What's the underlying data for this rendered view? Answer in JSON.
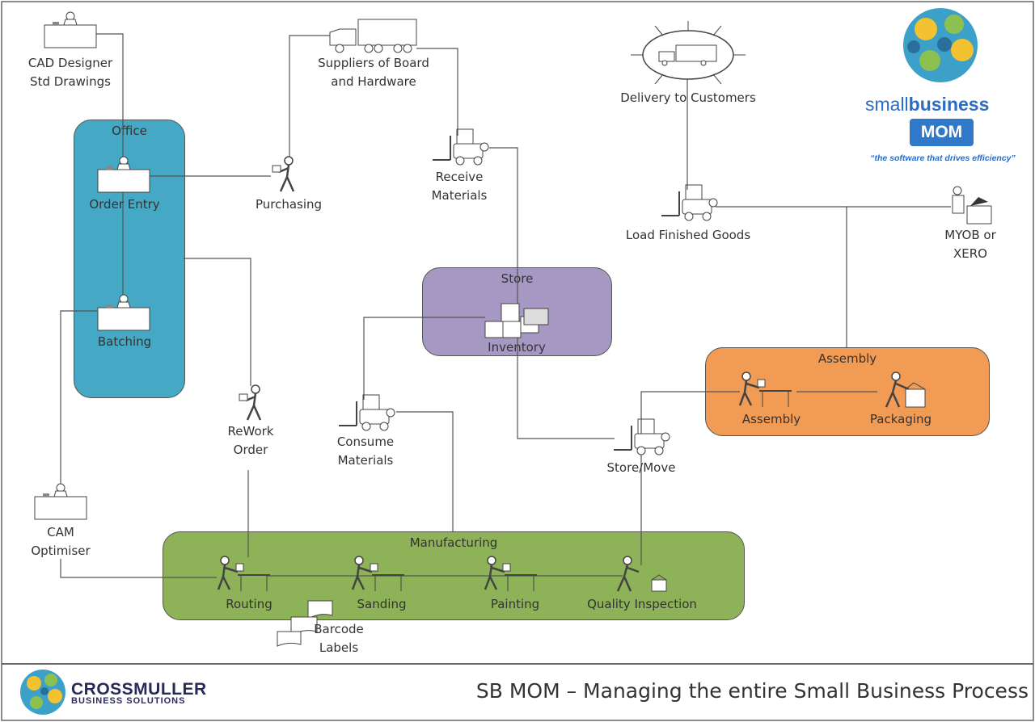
{
  "title": "SB MOM – Managing the entire Small Business Process",
  "brand": {
    "product_a": "small",
    "product_b": "business",
    "product_badge": "MOM",
    "tagline": "“the software that drives efficiency”",
    "company": "CROSSMULLER",
    "company_sub": "BUSINESS SOLUTIONS"
  },
  "colors": {
    "office": "#45a8c4",
    "store": "#a598c2",
    "assembly": "#f29b55",
    "manufacturing": "#8db257",
    "brand_blue": "#2f79c8"
  },
  "regions": {
    "office": "Office",
    "store": "Store",
    "assembly": "Assembly",
    "manufacturing": "Manufacturing"
  },
  "nodes": {
    "cad": "CAD Designer\nStd Drawings",
    "suppliers": "Suppliers of Board\nand Hardware",
    "delivery": "Delivery to Customers",
    "order_entry": "Order Entry",
    "purchasing": "Purchasing",
    "receive": "Receive\nMaterials",
    "load": "Load Finished Goods",
    "myob": "MYOB or XERO",
    "batching": "Batching",
    "inventory": "Inventory",
    "assembly_step": "Assembly",
    "packaging": "Packaging",
    "rework": "ReWork\nOrder",
    "consume": "Consume\nMaterials",
    "store_move": "Store/Move",
    "cam": "CAM\nOptimiser",
    "routing": "Routing",
    "sanding": "Sanding",
    "painting": "Painting",
    "quality": "Quality Inspection",
    "barcode": "Barcode\nLabels"
  },
  "icons": {
    "desk": "desk-worker-icon",
    "truck": "truck-icon",
    "forklift": "forklift-icon",
    "walker": "walking-person-icon",
    "boxes": "boxes-icon",
    "worker": "workbench-worker-icon",
    "globe": "globe-logo-icon"
  }
}
